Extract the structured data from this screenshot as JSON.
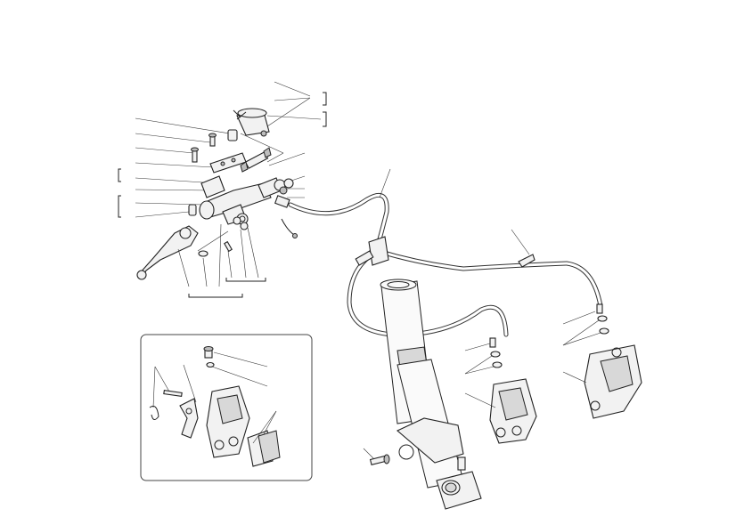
{
  "diagram": {
    "groups": [
      {
        "name": "master-cylinder-assembly"
      },
      {
        "name": "caliper-detail-inset"
      },
      {
        "name": "front-fork-and-calipers"
      }
    ]
  }
}
